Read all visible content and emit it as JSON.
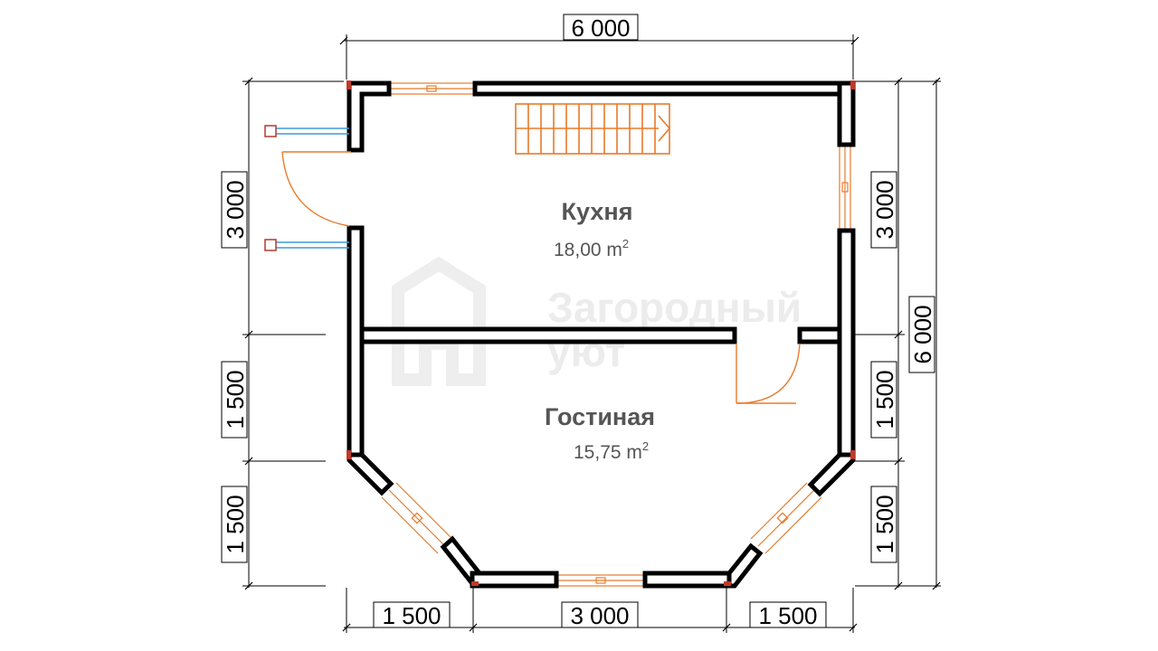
{
  "rooms": {
    "kitchen": {
      "name": "Кухня",
      "area": "18,00 m",
      "area_sup": "2"
    },
    "living": {
      "name": "Гостиная",
      "area": "15,75 m",
      "area_sup": "2"
    }
  },
  "dimensions": {
    "top": "6 000",
    "left_upper": "3 000",
    "left_middle": "1 500",
    "left_lower": "1 500",
    "right_upper": "3 000",
    "right_middle": "1 500",
    "right_lower": "1 500",
    "right_total": "6 000",
    "bottom_left": "1 500",
    "bottom_center": "3 000",
    "bottom_right": "1 500"
  },
  "watermark": {
    "line1": "Загородный",
    "line2": "уют"
  },
  "colors": {
    "wall": "#000000",
    "window": "#e87a2b",
    "stair": "#e87a2b",
    "door": "#e87a2b",
    "porch_rail": "#3a9bd9",
    "corner": "#c0392b"
  }
}
